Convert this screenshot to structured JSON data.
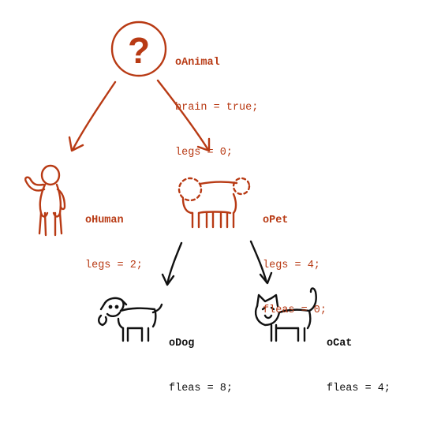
{
  "colors": {
    "accent_red": "#b83a14",
    "ink": "#111111"
  },
  "nodes": {
    "animal": {
      "name": "oAnimal",
      "props": [
        "brain = true;",
        "legs = 0;"
      ],
      "icon": "question-mark-circle-icon",
      "glyph": "?"
    },
    "human": {
      "name": "oHuman",
      "props": [
        "legs = 2;"
      ],
      "icon": "waving-person-icon"
    },
    "pet": {
      "name": "oPet",
      "props": [
        "legs = 4;",
        "fleas = 0;"
      ],
      "icon": "generic-pet-icon"
    },
    "dog": {
      "name": "oDog",
      "props": [
        "fleas = 8;"
      ],
      "icon": "dog-icon"
    },
    "cat": {
      "name": "oCat",
      "props": [
        "fleas = 4;"
      ],
      "icon": "cat-icon"
    }
  }
}
